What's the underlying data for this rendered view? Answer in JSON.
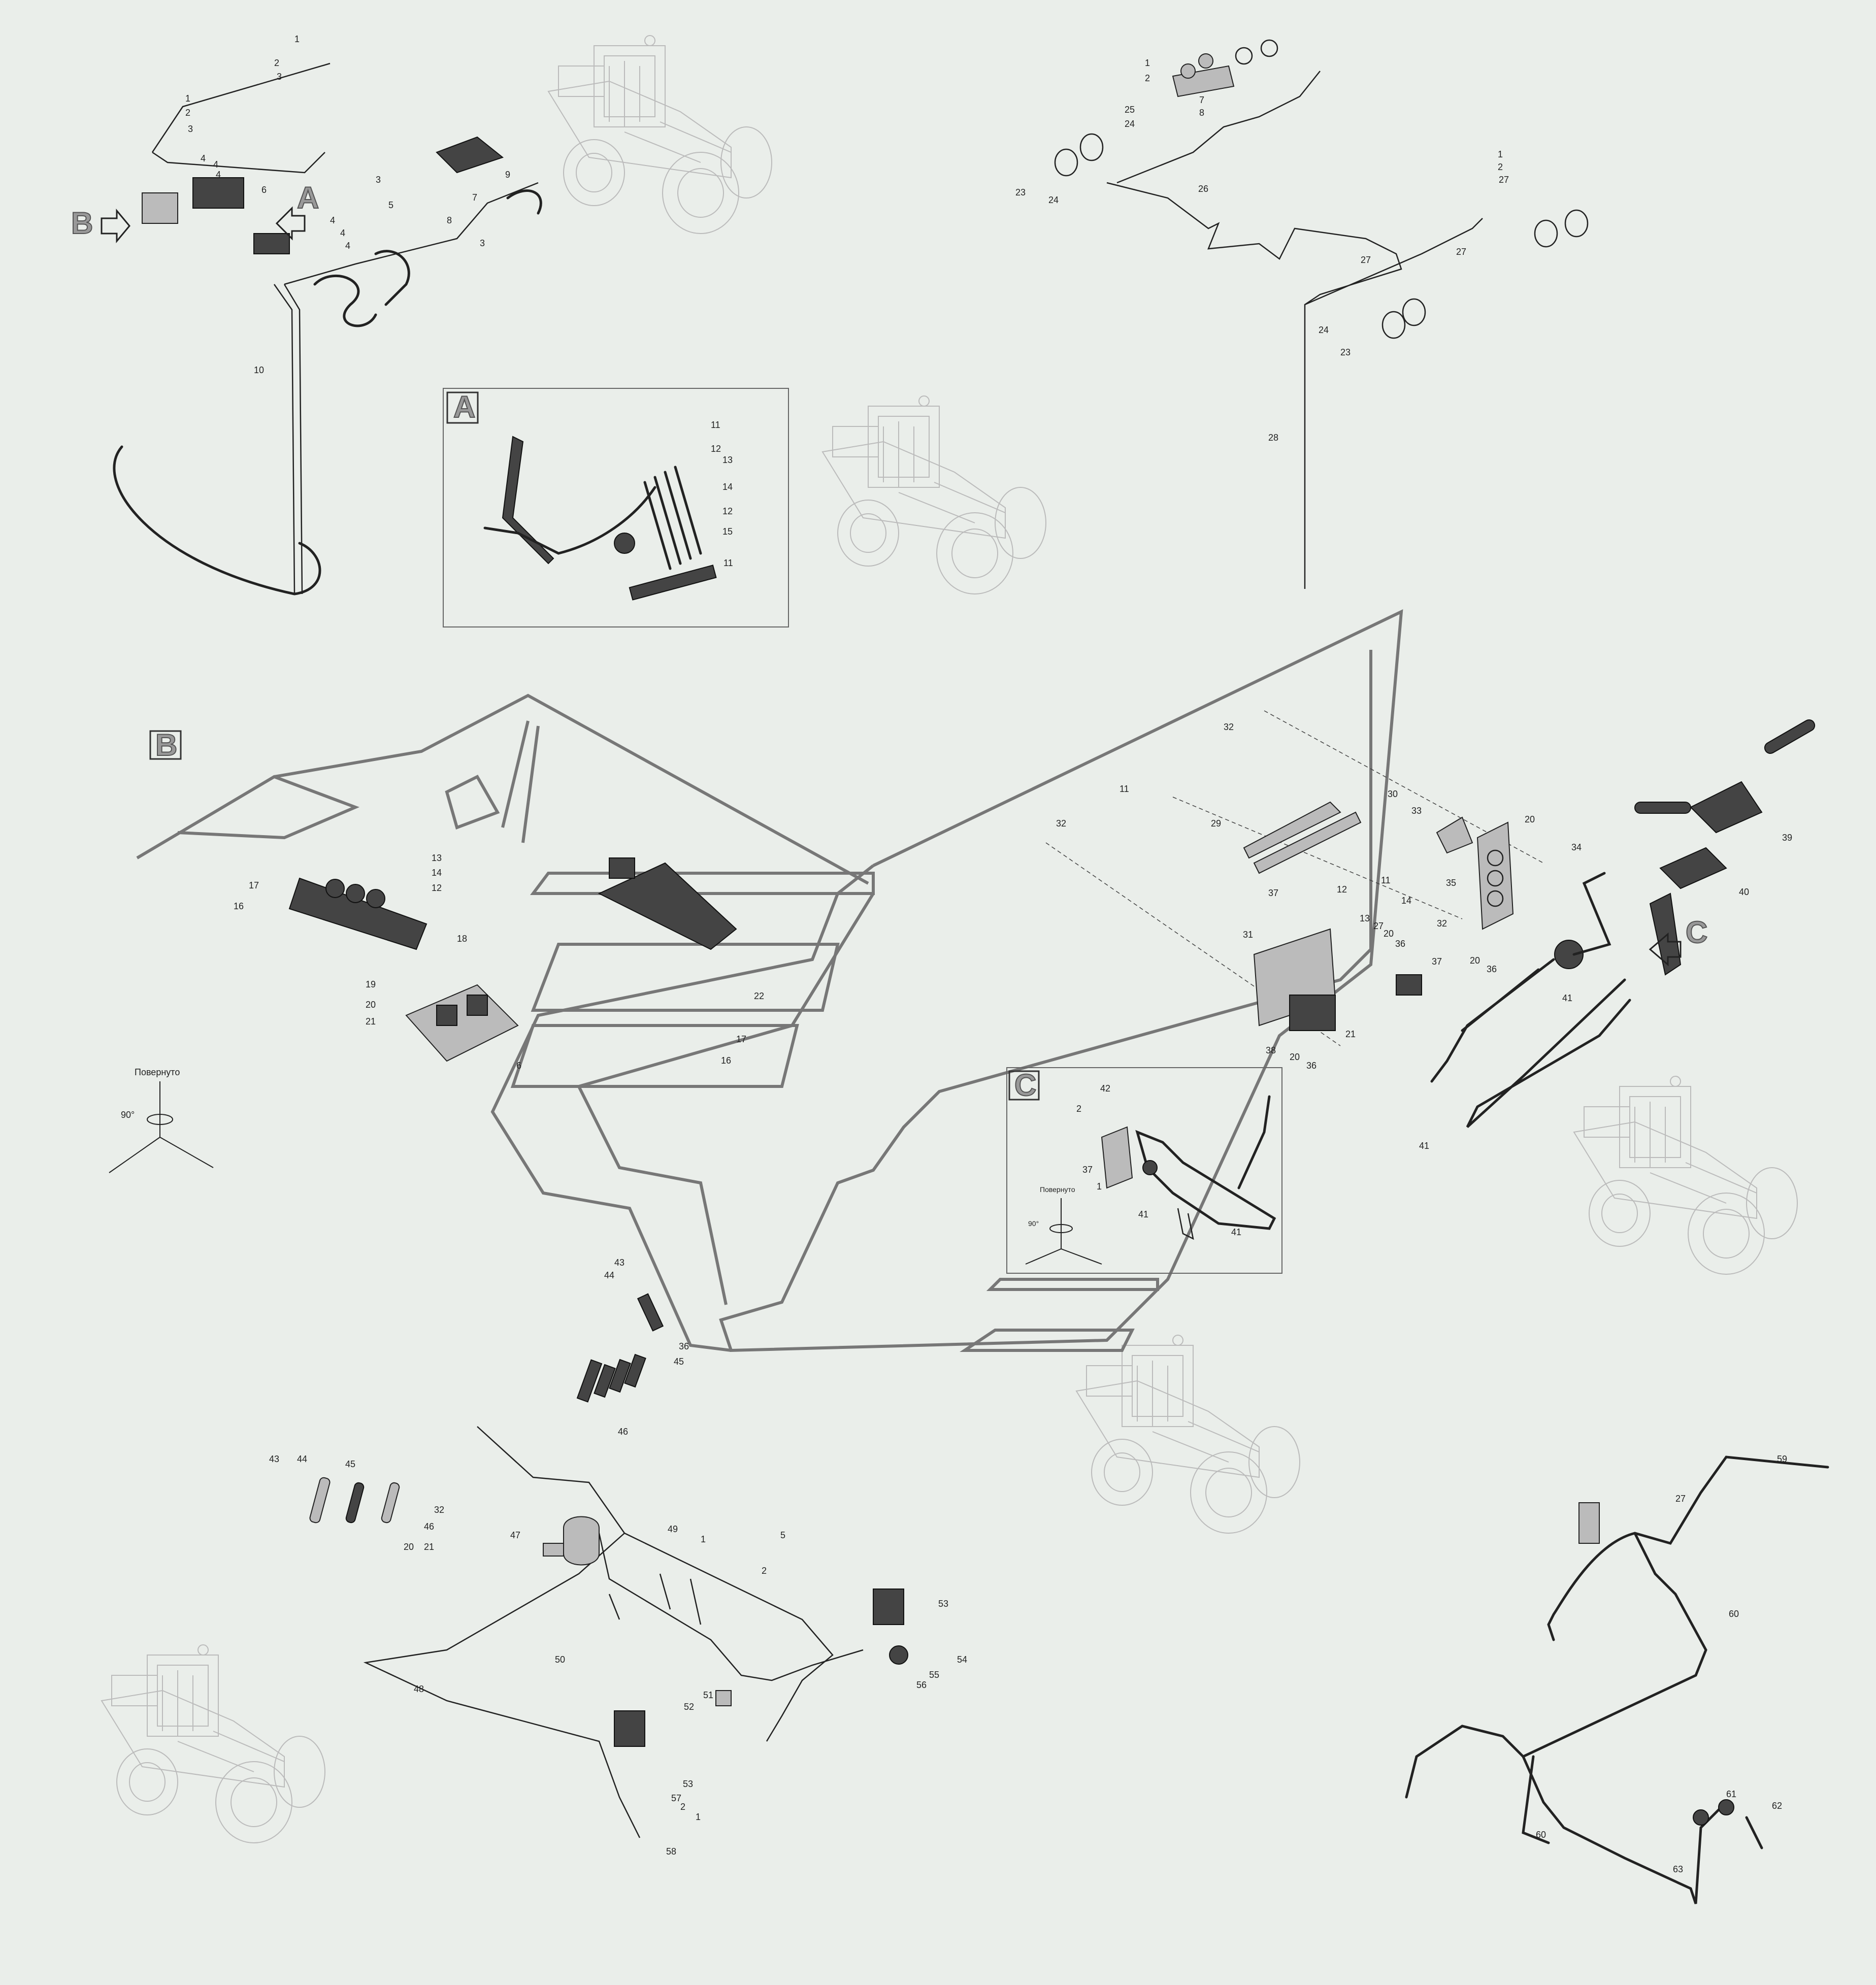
{
  "views": {
    "A": {
      "letter": "A"
    },
    "B": {
      "letter": "B"
    },
    "C": {
      "letter": "C"
    }
  },
  "rotation_notes": {
    "main": {
      "text": "Повернуто",
      "angle": "90°"
    },
    "c_view": {
      "text": "Повернуто",
      "angle": "90°"
    }
  },
  "callouts": {
    "roof_harness": [
      "1",
      "2",
      "3",
      "1",
      "2",
      "3",
      "4",
      "4",
      "4",
      "4",
      "4",
      "4",
      "5",
      "6",
      "7",
      "8",
      "9",
      "3",
      "3",
      "10"
    ],
    "lighting": [
      "1",
      "2",
      "25",
      "24",
      "7",
      "8",
      "26",
      "23",
      "24",
      "1",
      "2",
      "27",
      "27",
      "27",
      "24",
      "23",
      "28"
    ],
    "view_a": [
      "11",
      "12",
      "13",
      "14",
      "12",
      "15",
      "11"
    ],
    "view_b": [
      "13",
      "14",
      "12",
      "17",
      "16",
      "18",
      "19",
      "20",
      "21",
      "6",
      "22",
      "17",
      "16"
    ],
    "panel": [
      "32",
      "11",
      "30",
      "32",
      "29",
      "33",
      "20",
      "34",
      "35",
      "37",
      "11",
      "14",
      "12",
      "13",
      "27",
      "20",
      "36",
      "32",
      "31",
      "37",
      "38",
      "21",
      "20",
      "36",
      "20",
      "36",
      "39",
      "40",
      "41",
      "41"
    ],
    "view_c": [
      "42",
      "2",
      "37",
      "1",
      "41",
      "41"
    ],
    "pedals": [
      "43",
      "44",
      "36",
      "45",
      "46"
    ],
    "floor": [
      "43",
      "44",
      "45",
      "32",
      "46",
      "20",
      "21",
      "47",
      "49",
      "5",
      "1",
      "2",
      "53",
      "54",
      "55",
      "56",
      "50",
      "48",
      "51",
      "52",
      "53",
      "57",
      "2",
      "1",
      "58"
    ],
    "rear": [
      "59",
      "27",
      "60",
      "60",
      "61",
      "62",
      "63"
    ]
  },
  "colors": {
    "background": "#eaeeea",
    "ink": "#222222",
    "view_letter": "#999999"
  },
  "icons": [
    "arrow-b-icon",
    "arrow-a-icon",
    "arrow-c-icon",
    "tractor-icon",
    "rotation-icon"
  ]
}
